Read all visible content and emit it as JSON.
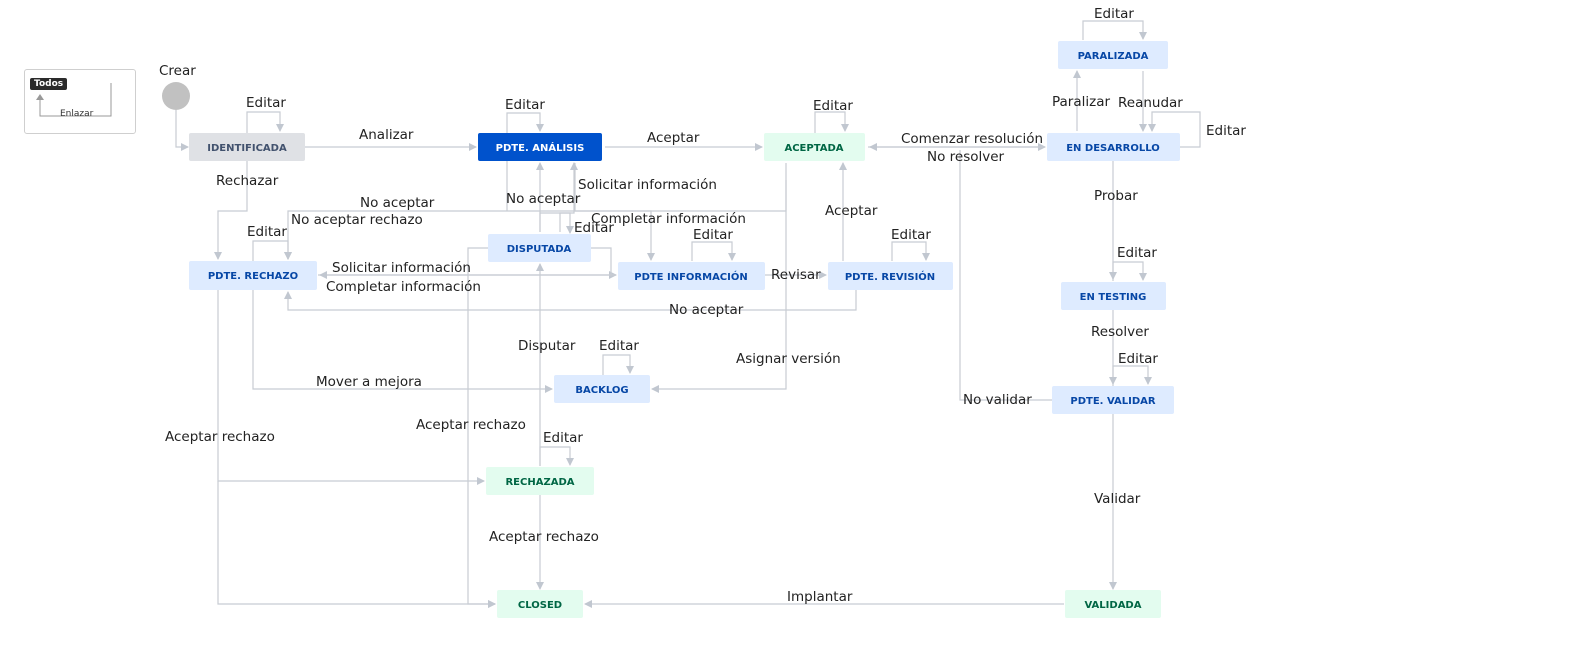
{
  "legend": {
    "badge": "Todos",
    "label": "Enlazar"
  },
  "start": {
    "label": "Crear"
  },
  "nodes": [
    {
      "id": "identificada",
      "label": "IDENTIFICADA",
      "category": "gray"
    },
    {
      "id": "pdte_analisis",
      "label": "PDTE. ANÁLISIS",
      "category": "selected"
    },
    {
      "id": "aceptada",
      "label": "ACEPTADA",
      "category": "green"
    },
    {
      "id": "en_desarrollo",
      "label": "EN DESARROLLO",
      "category": "blue"
    },
    {
      "id": "paralizada",
      "label": "PARALIZADA",
      "category": "blue"
    },
    {
      "id": "pdte_rechazo",
      "label": "PDTE. RECHAZO",
      "category": "blue"
    },
    {
      "id": "disputada",
      "label": "DISPUTADA",
      "category": "blue"
    },
    {
      "id": "pdte_informacion",
      "label": "PDTE INFORMACIÓN",
      "category": "blue"
    },
    {
      "id": "pdte_revision",
      "label": "PDTE. REVISIÓN",
      "category": "blue"
    },
    {
      "id": "en_testing",
      "label": "EN TESTING",
      "category": "blue"
    },
    {
      "id": "backlog",
      "label": "BACKLOG",
      "category": "blue"
    },
    {
      "id": "pdte_validar",
      "label": "PDTE. VALIDAR",
      "category": "blue"
    },
    {
      "id": "rechazada",
      "label": "RECHAZADA",
      "category": "green"
    },
    {
      "id": "closed",
      "label": "CLOSED",
      "category": "green"
    },
    {
      "id": "validada",
      "label": "VALIDADA",
      "category": "green"
    }
  ],
  "transitions": [
    "Editar",
    "Editar",
    "Editar",
    "Editar",
    "Editar",
    "Editar",
    "Editar",
    "Editar",
    "Editar",
    "Editar",
    "Editar",
    "Editar",
    "Editar",
    "Analizar",
    "Aceptar",
    "Comenzar resolución",
    "No resolver",
    "Paralizar",
    "Reanudar",
    "Rechazar",
    "No aceptar",
    "No aceptar rechazo",
    "No aceptar",
    "Solicitar información",
    "Completar información",
    "Solicitar información",
    "Completar información",
    "Revisar",
    "Aceptar",
    "No aceptar",
    "Probar",
    "Resolver",
    "Disputar",
    "Asignar versión",
    "Mover a mejora",
    "No validar",
    "Aceptar rechazo",
    "Aceptar rechazo",
    "Aceptar rechazo",
    "Validar",
    "Implantar"
  ],
  "colors": {
    "gray_fill": "#dfe1e5",
    "gray_text": "#42526e",
    "selected_fill": "#0052cc",
    "selected_text": "#ffffff",
    "blue_fill": "#deebff",
    "blue_text": "#0747a6",
    "green_fill": "#e3fcef",
    "green_text": "#006644",
    "edge": "#c1c7d0"
  }
}
